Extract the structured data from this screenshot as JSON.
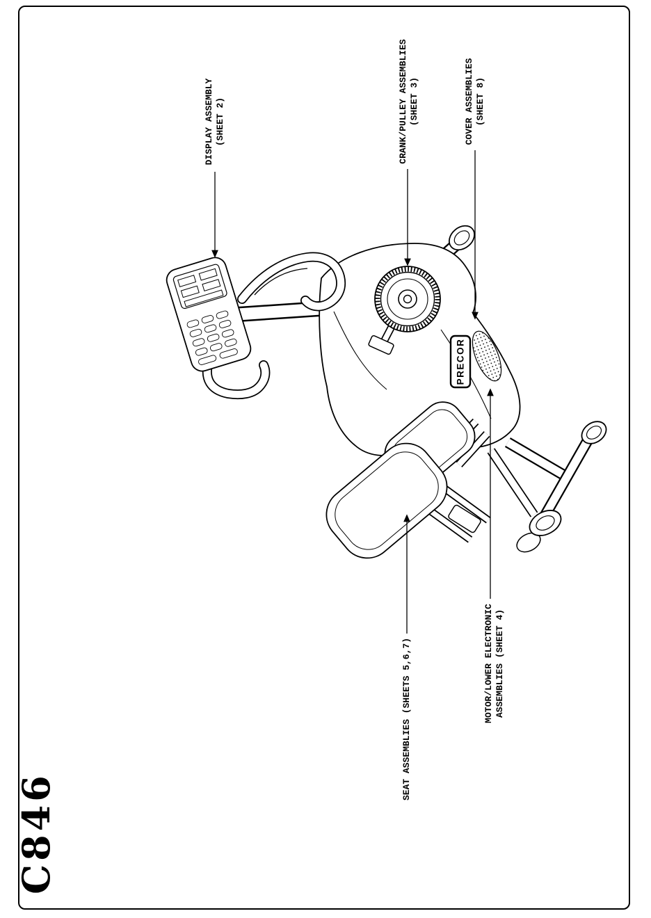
{
  "page": {
    "model_number": "C846",
    "background_color": "#ffffff",
    "line_color": "#000000"
  },
  "diagram": {
    "logo_text": "PRECOR",
    "callouts": [
      {
        "id": "display",
        "lines": [
          "DISPLAY ASSEMBLY",
          "(SHEET 2)"
        ]
      },
      {
        "id": "crank",
        "lines": [
          "CRANK/PULLEY ASSEMBLIES",
          "(SHEET 3)"
        ]
      },
      {
        "id": "cover",
        "lines": [
          "COVER ASSEMBLIES",
          "(SHEET 8)"
        ]
      },
      {
        "id": "seat",
        "lines": [
          "SEAT ASSEMBLIES (SHEETS 5,6,7)"
        ]
      },
      {
        "id": "motor",
        "lines": [
          "MOTOR/LOWER ELECTRONIC",
          "ASSEMBLIES (SHEET 4)"
        ]
      }
    ]
  }
}
